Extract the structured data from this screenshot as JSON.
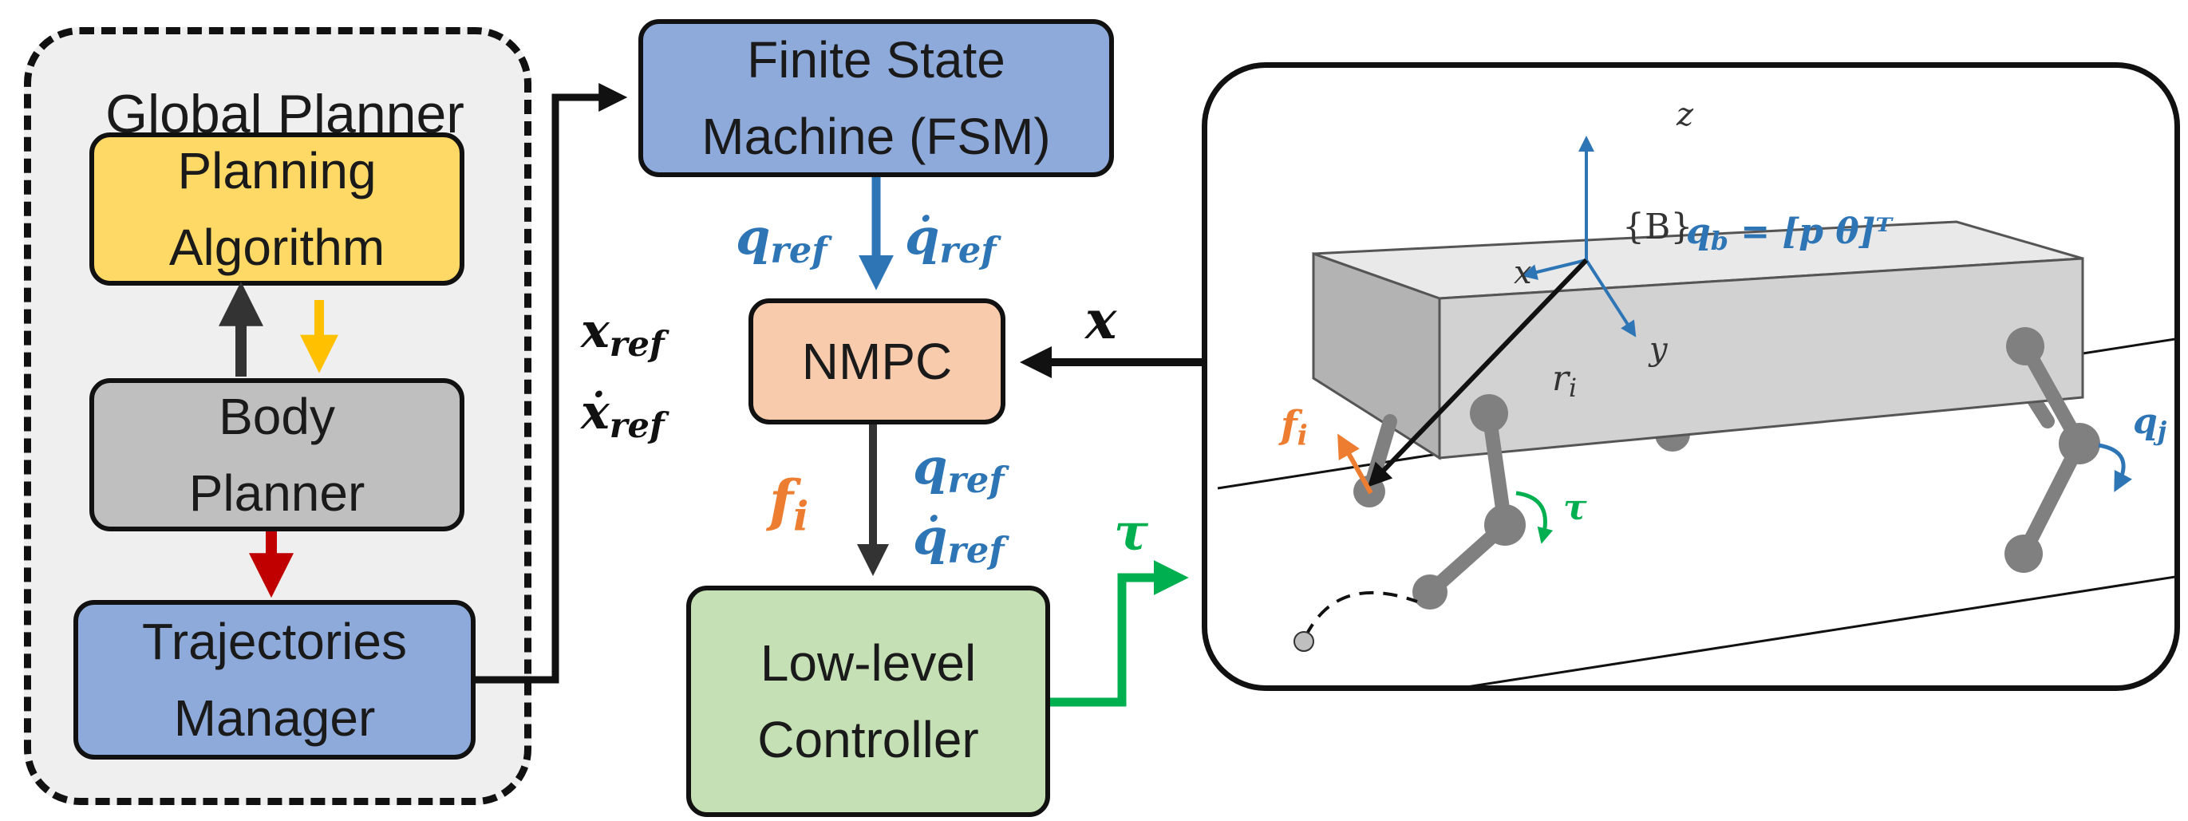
{
  "global_planner": {
    "title": "Global Planner",
    "planning_algorithm": {
      "line1": "Planning",
      "line2": "Algorithm"
    },
    "body_planner": {
      "line1": "Body",
      "line2": "Planner"
    },
    "trajectories_manager": {
      "line1": "Trajectories",
      "line2": "Manager"
    }
  },
  "fsm": {
    "line1": "Finite State",
    "line2": "Machine (FSM)"
  },
  "nmpc": {
    "label": "NMPC"
  },
  "low_level": {
    "line1": "Low-level",
    "line2": "Controller"
  },
  "signals": {
    "x_ref": "x",
    "x_ref_sub": "ref",
    "xdot_ref": "ẋ",
    "xdot_ref_sub": "ref",
    "q_ref": "q",
    "q_ref_sub": "ref",
    "qdot_ref": "q̇",
    "qdot_ref_sub": "ref",
    "q_ref2": "q",
    "q_ref2_sub": "ref",
    "qdot_ref2": "q̇",
    "qdot_ref2_sub": "ref",
    "f_i": "f",
    "f_i_sub": "i",
    "x_state": "x",
    "tau": "τ"
  },
  "robot": {
    "z_axis": "z",
    "x_axis": "x",
    "y_axis": "y",
    "body_frame": "{B}",
    "qb_equation": "q",
    "qb_sub": "b",
    "qb_rhs": " = [p θ]ᵀ",
    "r_i": "r",
    "r_i_sub": "i",
    "f_i": "f",
    "f_i_sub": "i",
    "tau": "τ",
    "q_j": "q",
    "q_j_sub": "j"
  },
  "colors": {
    "fsm_fill": "#8eaadb",
    "planning_fill": "#ffd966",
    "body_planner_fill": "#bfbfbf",
    "trajectories_fill": "#8eaadb",
    "nmpc_fill": "#f8cbad",
    "low_level_fill": "#c5e0b4",
    "blue_signal": "#2e75b6",
    "orange_signal": "#ed7d31",
    "green_signal": "#00b050",
    "yellow_arrow": "#ffc000",
    "red_arrow": "#c00000"
  }
}
